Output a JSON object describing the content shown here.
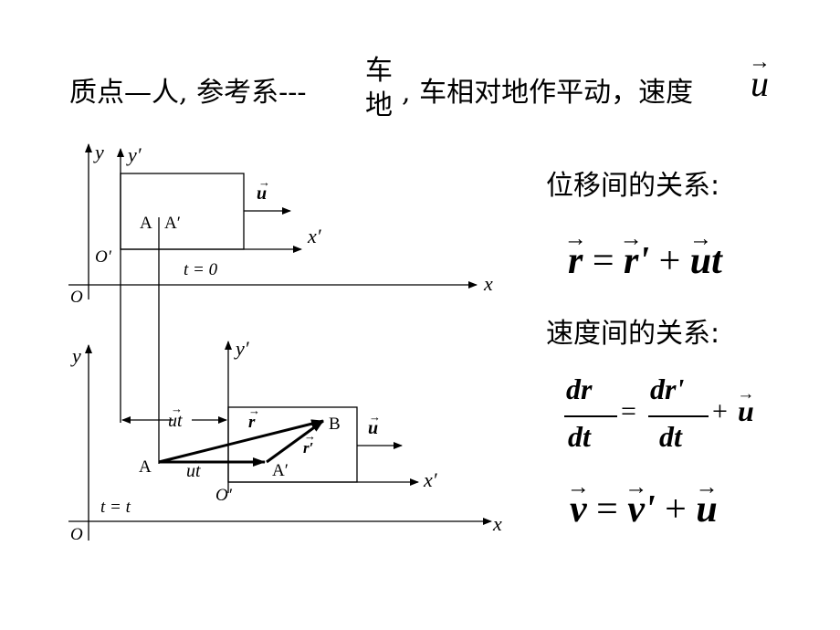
{
  "title": {
    "part1": "质点—人, 参考系---",
    "stack_top": "车",
    "stack_bottom": "地",
    "part2": ", 车相对地作平动，速度",
    "u_symbol": "u"
  },
  "figure": {
    "y_label": "y",
    "yp_label": "y′",
    "x_label": "x",
    "xp_label": "x′",
    "origin_O": "O",
    "origin_Op": "O′",
    "u_label": "u",
    "label_A": "A",
    "label_Ap": "A′",
    "label_B": "B",
    "t_zero": "t = 0",
    "t_t": "t = t",
    "ut_label": "ut",
    "r_label": "r",
    "rp_label": "r′"
  },
  "right_panel": {
    "displacement_heading": "位移间的关系:",
    "velocity_heading": "速度间的关系:",
    "eq1": {
      "r": "r",
      "rp": "r",
      "prime": "'",
      "u": "u",
      "t": "t"
    },
    "eq2": {
      "dr": "dr",
      "dt": "dt",
      "drp": "dr",
      "prime": "'",
      "u": "u"
    },
    "eq3": {
      "v": "v",
      "vp": "v",
      "prime": "'",
      "u": "u"
    }
  }
}
